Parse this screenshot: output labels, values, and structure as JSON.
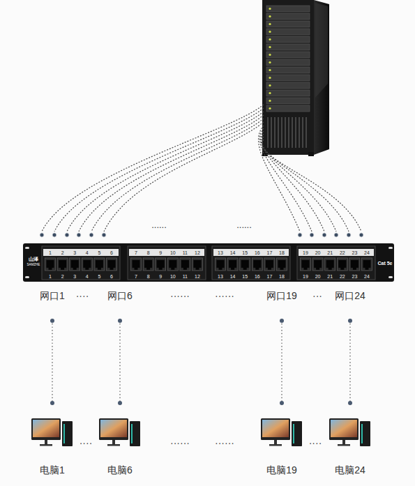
{
  "diagram": {
    "nodes": [
      {
        "text": [
          "网口1"
        ]
      },
      {
        "text": [
          "网口6"
        ]
      },
      {
        "text": [
          "网口19"
        ]
      },
      {
        "text": [
          "网口24"
        ]
      },
      {
        "text": [
          "电脑1"
        ]
      },
      {
        "text": [
          "电脑6"
        ]
      },
      {
        "text": [
          "电脑19"
        ]
      },
      {
        "text": [
          "电脑24"
        ]
      }
    ],
    "edges": [
      {
        "from": 0,
        "to": 4,
        "arrow": "none"
      },
      {
        "from": 1,
        "to": 5,
        "arrow": "none"
      },
      {
        "from": 2,
        "to": 6,
        "arrow": "none"
      },
      {
        "from": 3,
        "to": 7,
        "arrow": "none"
      }
    ],
    "labels": [
      "......",
      "......",
      "山泽",
      "SAMZHE",
      "1",
      "2",
      "3",
      "4",
      "5",
      "6",
      "7",
      "8",
      "9",
      "10",
      "11",
      "12",
      "13",
      "14",
      "15",
      "16",
      "17",
      "18",
      "19",
      "20",
      "21",
      "22",
      "23",
      "24",
      "1",
      "2",
      "3",
      "4",
      "5",
      "6",
      "7",
      "8",
      "9",
      "10",
      "11",
      "12",
      "13",
      "14",
      "15",
      "16",
      "17",
      "18",
      "19",
      "20",
      "21",
      "22",
      "23",
      "24",
      "Cat 5e",
      "····",
      "······",
      "······",
      "···",
      "····",
      "······",
      "······",
      "····"
    ]
  }
}
